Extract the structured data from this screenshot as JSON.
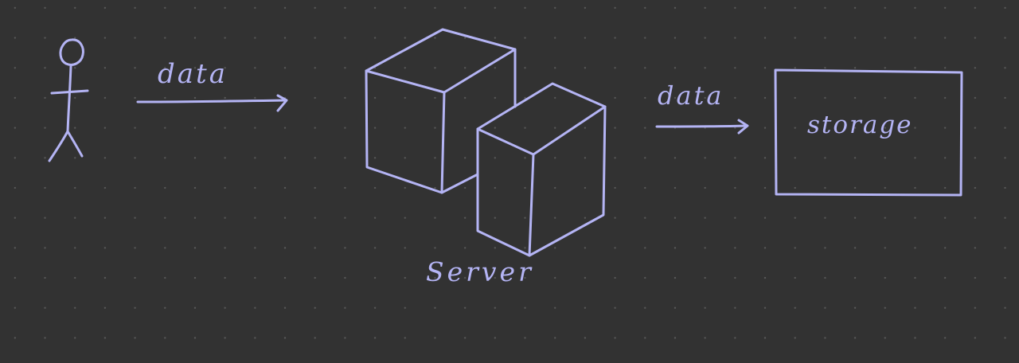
{
  "colors": {
    "background": "#323232",
    "grid_dots": "#5a5a5a",
    "ink": "#b4b4f4"
  },
  "diagram": {
    "nodes": {
      "user": {
        "icon": "stick-figure-icon",
        "label": ""
      },
      "server": {
        "icon": "server-cubes-icon",
        "label": "Server"
      },
      "storage": {
        "icon": "rectangle-box",
        "label": "storage"
      }
    },
    "edges": [
      {
        "from": "user",
        "to": "server",
        "label": "data"
      },
      {
        "from": "server",
        "to": "storage",
        "label": "data"
      }
    ]
  }
}
